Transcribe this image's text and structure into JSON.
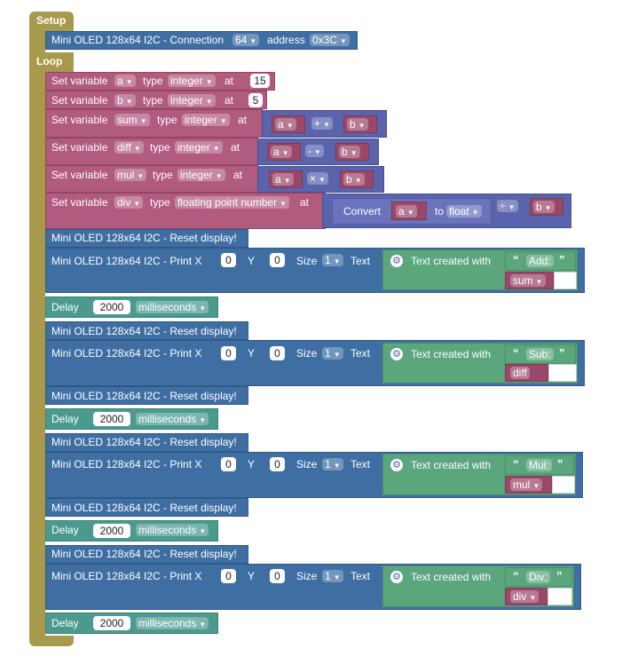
{
  "setup": {
    "label": "Setup"
  },
  "loop": {
    "label": "Loop"
  },
  "connection": {
    "text": "Mini OLED 128x64 I2C - Connection",
    "size": "64",
    "address_label": "address",
    "address": "0x3C"
  },
  "vars": {
    "set_label": "Set variable",
    "type_label": "type",
    "at_label": "at",
    "a": {
      "name": "a",
      "type": "integer",
      "value": "15"
    },
    "b": {
      "name": "b",
      "type": "integer",
      "value": "5"
    },
    "sum": {
      "name": "sum",
      "type": "integer",
      "left": "a",
      "op": "+",
      "right": "b"
    },
    "diff": {
      "name": "diff",
      "type": "integer",
      "left": "a",
      "op": "-",
      "right": "b"
    },
    "mul": {
      "name": "mul",
      "type": "integer",
      "left": "a",
      "op": "×",
      "right": "b"
    },
    "div": {
      "name": "div",
      "type": "floating point number",
      "convert_label": "Convert",
      "convert_var": "a",
      "to_label": "to",
      "to_type": "float",
      "op": "÷",
      "right": "b"
    }
  },
  "reset_text": "Mini OLED 128x64 I2C - Reset display!",
  "print": {
    "label": "Mini OLED 128x64 I2C - Print X",
    "y_label": "Y",
    "size_label": "Size",
    "text_label": "Text",
    "x": "0",
    "y": "0",
    "size": "1",
    "text_created": "Text created with",
    "quote_open": "“",
    "quote_close": "”",
    "items": [
      {
        "literal": "Add:",
        "var": "sum"
      },
      {
        "literal": "Sub:",
        "var": "diff"
      },
      {
        "literal": "Mul:",
        "var": "mul"
      },
      {
        "literal": "Div:",
        "var": "div"
      }
    ]
  },
  "delay": {
    "label": "Delay",
    "value": "2000",
    "unit": "milliseconds"
  },
  "icons": {
    "dropdown": "▼",
    "gear": "⚙"
  }
}
